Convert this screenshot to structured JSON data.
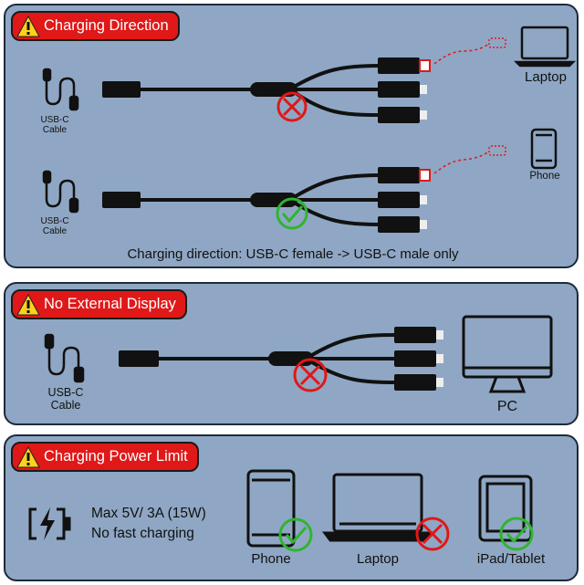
{
  "section1": {
    "title": "Charging Direction",
    "cable_label_1": "USB-C",
    "cable_label_2": "Cable",
    "device_top": "Laptop",
    "device_bottom": "Phone",
    "note": "Charging direction: USB-C female -> USB-C male only"
  },
  "section2": {
    "title": "No External Display",
    "cable_label_1": "USB-C",
    "cable_label_2": "Cable",
    "device": "PC"
  },
  "section3": {
    "title": "Charging Power Limit",
    "spec_line1": "Max 5V/ 3A (15W)",
    "spec_line2": "No fast charging",
    "devices": [
      "Phone",
      "Laptop",
      "iPad/Tablet"
    ]
  },
  "colors": {
    "panel": "#8fa7c4",
    "badge": "#e01818",
    "ok": "#2fb52f",
    "no": "#e01818"
  }
}
